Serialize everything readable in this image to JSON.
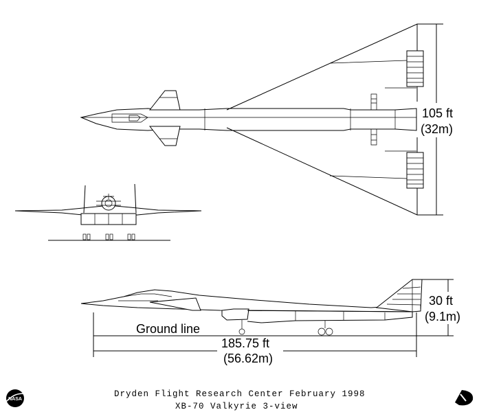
{
  "dimensions": {
    "span_ft": "105 ft",
    "span_m": "(32m)",
    "height_ft": "30 ft",
    "height_m": "(9.1m)",
    "length_ft": "185.75 ft",
    "length_m": "(56.62m)"
  },
  "labels": {
    "ground_line": "Ground line"
  },
  "footer": {
    "line1": "Dryden Flight Research Center  February 1998",
    "line2": "XB-70 Valkyrie 3-view"
  },
  "logos": {
    "left": "NASA"
  }
}
